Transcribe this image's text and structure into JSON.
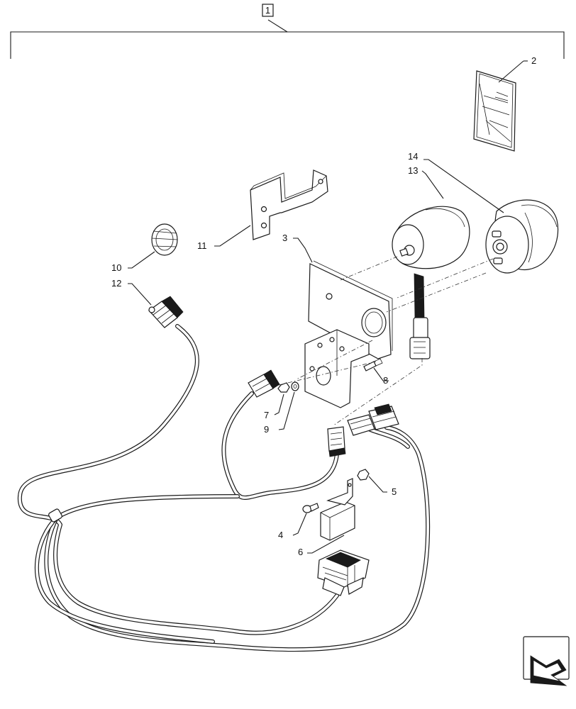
{
  "callouts": {
    "kit": "1",
    "manual": "2",
    "bracket_plate": "3",
    "bolt": "4",
    "nut_relay": "5",
    "relay": "6",
    "nut": "7",
    "screw": "8",
    "washer": "9",
    "retaining_ring": "10",
    "bracket": "11",
    "harness": "12",
    "sender": "13",
    "gauge": "14"
  },
  "navigation": {
    "icon": "previous-page-arrow-icon"
  }
}
